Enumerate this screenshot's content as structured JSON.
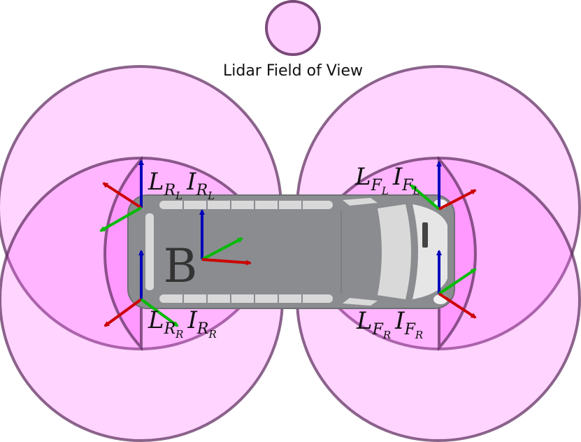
{
  "legend": {
    "label": "Lidar Field of View"
  },
  "colors": {
    "fov_fill": "#ff66ff",
    "fov_stroke": "#5a2a5a",
    "car_body": "#8a8c90",
    "car_light": "#d9d9d9",
    "axis_x": "#cc0000",
    "axis_y": "#00bb00",
    "axis_z": "#0000bb"
  },
  "base_frame": {
    "label": "B"
  },
  "sensor_frames": [
    {
      "id": "rear-left",
      "lidar_main": "L",
      "lidar_sub": "R",
      "lidar_subsub": "L",
      "imu_main": "I",
      "imu_sub": "R",
      "imu_subsub": "L"
    },
    {
      "id": "rear-right",
      "lidar_main": "L",
      "lidar_sub": "R",
      "lidar_subsub": "R",
      "imu_main": "I",
      "imu_sub": "R",
      "imu_subsub": "R"
    },
    {
      "id": "front-left",
      "lidar_main": "L",
      "lidar_sub": "F",
      "lidar_subsub": "L",
      "imu_main": "I",
      "imu_sub": "F",
      "imu_subsub": "L"
    },
    {
      "id": "front-right",
      "lidar_main": "L",
      "lidar_sub": "F",
      "lidar_subsub": "R",
      "imu_main": "I",
      "imu_sub": "F",
      "imu_subsub": "R"
    }
  ]
}
